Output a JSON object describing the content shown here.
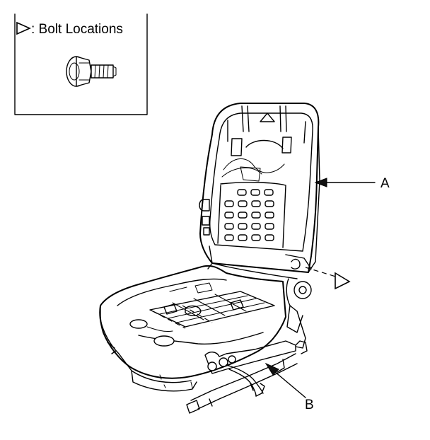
{
  "legend": {
    "text": ": Bolt Locations",
    "symbol_icon": "triangle-outline-icon"
  },
  "callouts": {
    "a": "A",
    "b": "B"
  }
}
